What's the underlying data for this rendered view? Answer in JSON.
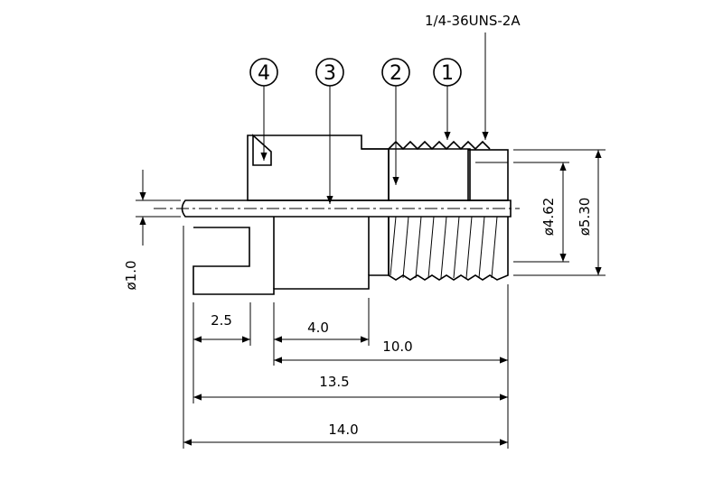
{
  "thread_spec": "1/4-36UNS-2A",
  "balloons": [
    "4",
    "3",
    "2",
    "1"
  ],
  "dimensions": {
    "pin_diameter": "ø1.0",
    "inner_diameter": "ø4.62",
    "outer_diameter": "ø5.30",
    "d_2_5": "2.5",
    "d_4_0": "4.0",
    "d_10_0": "10.0",
    "d_13_5": "13.5",
    "d_14_0": "14.0"
  }
}
